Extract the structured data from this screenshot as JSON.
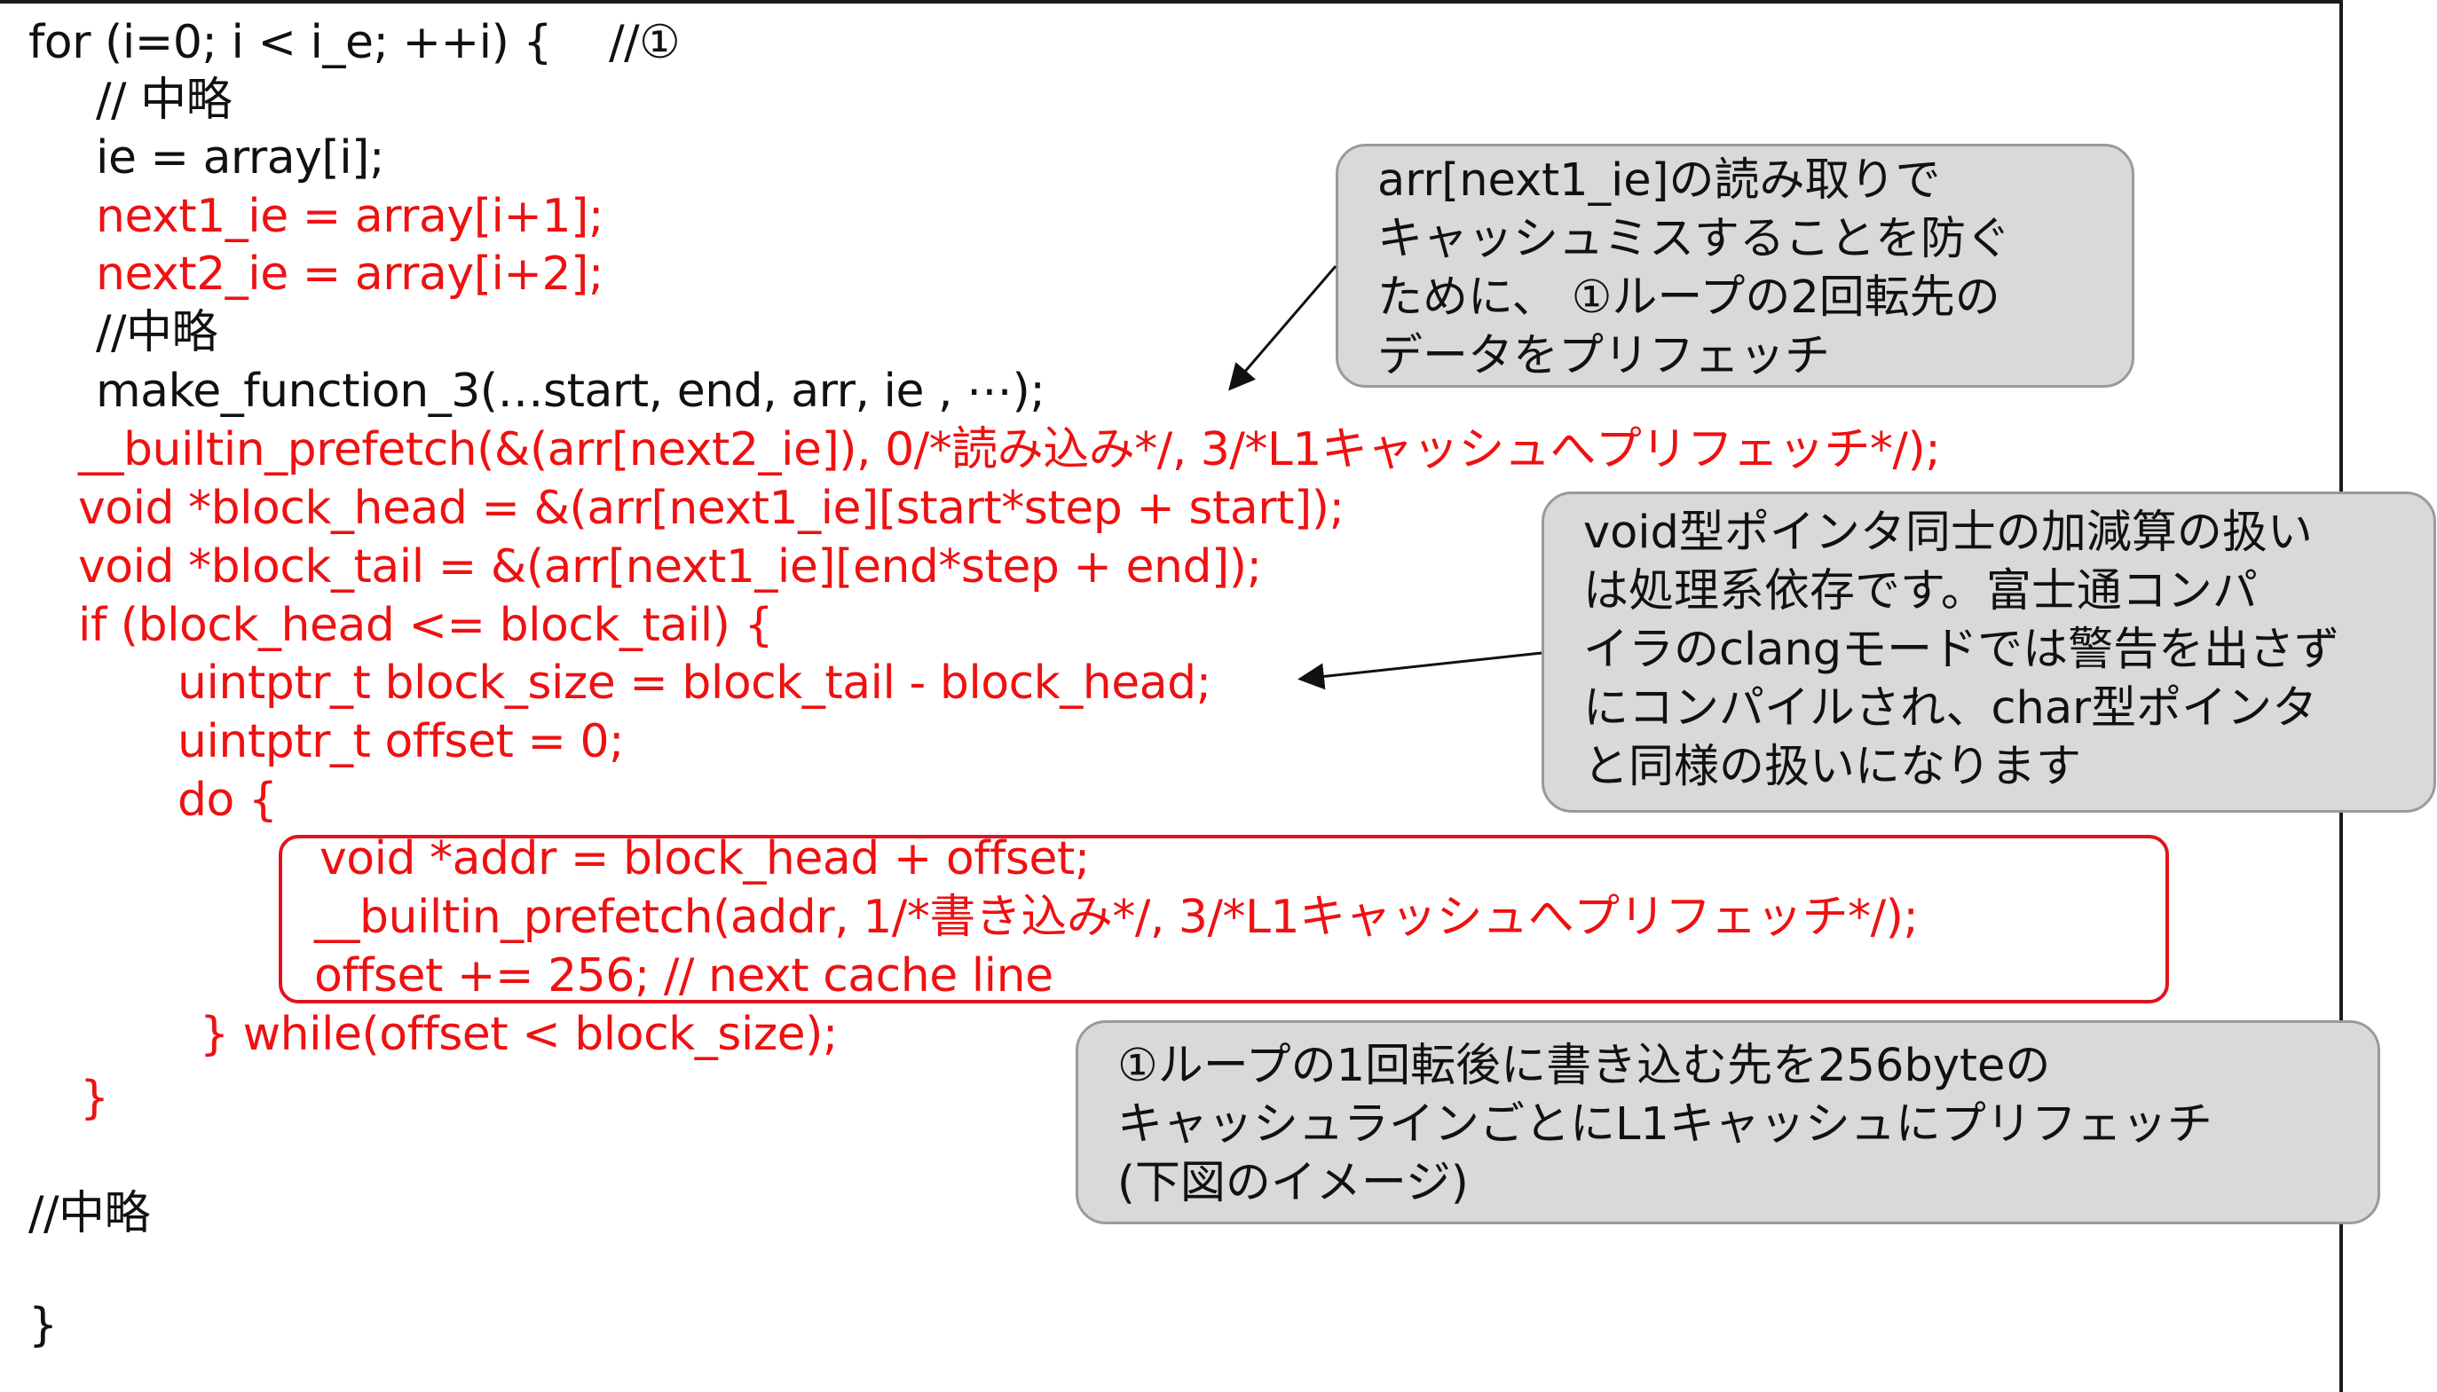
{
  "code": {
    "lines": [
      "for (i=0; i < i_e; ++i) {    //①",
      "// 中略",
      "ie = array[i];",
      "next1_ie = array[i+1];",
      "next2_ie = array[i+2];",
      "//中略",
      "make_function_3(…start, end, arr, ie , ⋯);",
      "__builtin_prefetch(&(arr[next2_ie]), 0/*読み込み*/, 3/*L1キャッシュへプリフェッチ*/);",
      "void *block_head = &(arr[next1_ie][start*step + start]);",
      "void *block_tail = &(arr[next1_ie][end*step + end]);",
      "if (block_head <= block_tail) {",
      "uintptr_t block_size = block_tail - block_head;",
      "uintptr_t offset = 0;",
      "do {",
      "void *addr = block_head + offset;",
      "__builtin_prefetch(addr, 1/*書き込み*/, 3/*L1キャッシュへプリフェッチ*/);",
      "offset += 256; // next cache line",
      "} while(offset < block_size);",
      "}",
      "//中略",
      "}"
    ]
  },
  "callouts": {
    "prefetch_read": {
      "lines": [
        "arr[next1_ie]の読み取りで",
        "キャッシュミスすることを防ぐ",
        "ために、 ①ループの2回転先の",
        "データをプリフェッチ"
      ]
    },
    "void_pointer": {
      "lines": [
        "void型ポインタ同士の加減算の扱い",
        "は処理系依存です。富士通コンパ",
        "イラのclangモードでは警告を出さず",
        "にコンパイルされ、char型ポインタ",
        "と同様の扱いになります"
      ]
    },
    "prefetch_write": {
      "lines": [
        "①ループの1回転後に書き込む先を256byteの",
        "キャッシュラインごとにL1キャッシュにプリフェッチ",
        "(下図のイメージ)"
      ]
    }
  },
  "colors": {
    "code_black": "#111111",
    "code_red": "#ee1111",
    "highlight_border": "#e0141c",
    "callout_fill": "#d9d9d9",
    "callout_border": "#9a9a9a"
  }
}
